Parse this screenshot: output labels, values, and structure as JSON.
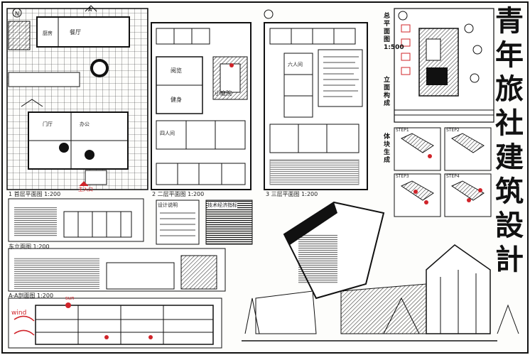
{
  "board": {
    "title_chars": [
      "青",
      "年",
      "旅",
      "社",
      "建",
      "筑",
      "設",
      "計"
    ],
    "labels": {
      "floor1": "1 首层平面图 1:200",
      "floor2": "2 二层平面图 1:200",
      "floor3": "3 三层平面图 1:200",
      "small_court": "小庭院",
      "east_elev": "东立面图 1:200",
      "section": "A-A剖面图 1:200",
      "site_plan": "总平面图 1:500",
      "facade_gen": "立面构成",
      "volume_gen": "体块生成",
      "design_note": "设计说明",
      "tech_indicators": "技术经济指标",
      "step1": "STEP1",
      "step2": "STEP2",
      "step3": "STEP3",
      "step4": "STEP4",
      "entrance": "主入口",
      "wind": "wind",
      "sun": "sun"
    },
    "room_labels": {
      "restaurant": "餐厅",
      "reading": "阅览",
      "gym": "健身",
      "room": "四人间",
      "room6": "六人间",
      "foyer": "门厅",
      "office": "办公",
      "kitchen": "厨房"
    },
    "colors": {
      "ink": "#111111",
      "accent": "#d0242a",
      "paper": "#fdfdfb"
    }
  }
}
